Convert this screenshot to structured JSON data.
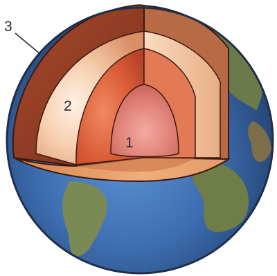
{
  "labels": {
    "inner": "1",
    "middle": "2",
    "outer": "3"
  },
  "colors": {
    "ocean": "#3d6eb2",
    "land": "#6b7a4e",
    "crust_cut": "#8d3b24",
    "mantle": "#f2c7a3",
    "outer_core": "#d85c36",
    "inner_core": "#d97870",
    "shelf": "#e9a170"
  }
}
